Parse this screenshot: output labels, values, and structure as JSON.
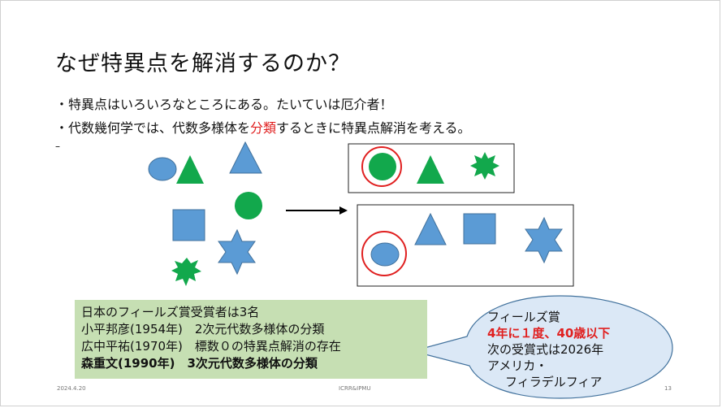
{
  "slide": {
    "title": "なぜ特異点を解消するのか？",
    "bullets": [
      "・特異点はいろいろなところにある。たいていは厄介者！",
      "・代数幾何学では、代数多様体を",
      "分類",
      "するときに特異点解消を考える。"
    ],
    "dash": "–",
    "info_box": {
      "lines": [
        "日本のフィールズ賞受賞者は3名",
        "小平邦彦(1954年)　2次元代数多様体の分類",
        "広中平祐(1970年)　標数０の特異点解消の存在",
        "森重文(1990年)　3次元代数多様体の分類"
      ]
    },
    "callout": {
      "lines": [
        "フィールズ賞",
        "4年に１度、40歳以下",
        "次の受賞式は2026年",
        "アメリカ・",
        "フィラデルフィア"
      ]
    },
    "footer": {
      "date": "2024.4.20",
      "center": "ICRR&IPMU",
      "page": "13"
    },
    "colors": {
      "shape_blue": "#5b9bd5",
      "shape_green": "#12a84c",
      "highlight_red": "#e02020",
      "box_green": "#c6dfb3",
      "callout_fill": "#dbe8f6"
    }
  }
}
